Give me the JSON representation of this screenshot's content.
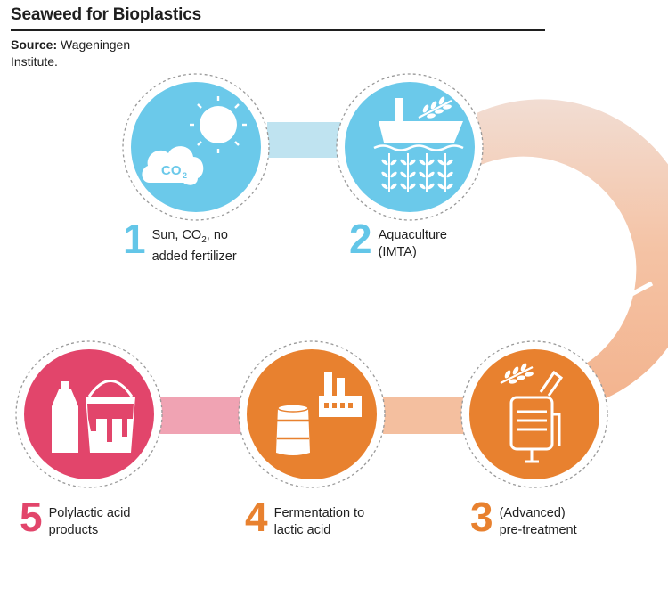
{
  "title": "Seaweed for Bioplastics",
  "source": {
    "label": "Source:",
    "text": " Wageningen Institute."
  },
  "colors": {
    "blue": "#6bc9ea",
    "orange": "#e8812f",
    "pink": "#e2456b",
    "light_blue": "#bfe3f0",
    "peach": "#f3b995",
    "light_pink": "#f0a3b3"
  },
  "steps": [
    {
      "number": "1",
      "line1": "Sun, CO",
      "sub": "2",
      "line1_rest": ", no",
      "line2": "added fertilizer",
      "icons": [
        "co2-cloud-icon",
        "sun-icon"
      ]
    },
    {
      "number": "2",
      "line1": "Aquaculture",
      "line2": "(IMTA)",
      "icons": [
        "ship-icon",
        "seaweed-icon"
      ]
    },
    {
      "number": "3",
      "line1": "(Advanced)",
      "line2": "pre-treatment",
      "icons": [
        "seaweed-icon",
        "reactor-tank-icon"
      ]
    },
    {
      "number": "4",
      "line1": "Fermentation to",
      "line2": "lactic acid",
      "icons": [
        "factory-icon",
        "barrel-icon"
      ]
    },
    {
      "number": "5",
      "line1": "Polylactic acid",
      "line2": "products",
      "icons": [
        "bottle-icon",
        "paint-bucket-icon"
      ]
    }
  ],
  "cloud_text": {
    "main": "CO",
    "sub": "2"
  }
}
